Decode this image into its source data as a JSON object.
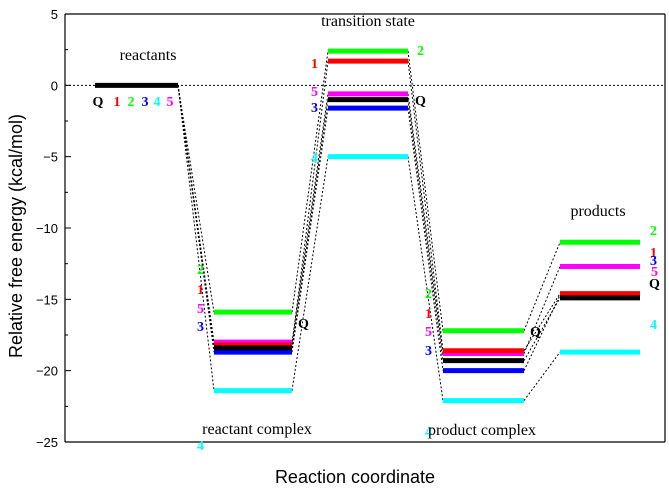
{
  "chart_data": {
    "type": "energy_diagram",
    "title": "",
    "xlabel": "Reaction coordinate",
    "ylabel": "Relative free energy (kcal/mol)",
    "ylim": [
      -25,
      5
    ],
    "yticks": [
      5,
      0,
      -5,
      -10,
      -15,
      -20,
      -25
    ],
    "grid": false,
    "zero_line": "dotted",
    "states": [
      {
        "key": "reactants",
        "label": "reactants"
      },
      {
        "key": "reactant_complex",
        "label": "reactant complex"
      },
      {
        "key": "transition_state",
        "label": "transition state"
      },
      {
        "key": "product_complex",
        "label": "product complex"
      },
      {
        "key": "products",
        "label": "products"
      }
    ],
    "series": [
      {
        "name": "Q",
        "color": "#000000",
        "values": [
          0,
          -18.4,
          -1.0,
          -19.3,
          -14.9
        ]
      },
      {
        "name": "1",
        "color": "#ff0000",
        "values": [
          0,
          -18.2,
          1.7,
          -18.6,
          -14.6
        ]
      },
      {
        "name": "2",
        "color": "#00ff00",
        "values": [
          0,
          -15.9,
          2.4,
          -17.2,
          -11.0
        ]
      },
      {
        "name": "3",
        "color": "#0000ff",
        "values": [
          0,
          -18.7,
          -1.6,
          -20.0,
          -14.7
        ]
      },
      {
        "name": "4",
        "color": "#00ffff",
        "values": [
          0,
          -21.4,
          -5.0,
          -22.1,
          -18.7
        ]
      },
      {
        "name": "5",
        "color": "#ff00ff",
        "values": [
          0,
          -18.0,
          -0.6,
          -18.8,
          -12.7
        ]
      }
    ],
    "state_series_labels": {
      "reactants": [
        "Q",
        "1",
        "2",
        "3",
        "4",
        "5"
      ],
      "reactant_complex_left": [
        "2",
        "1",
        "5",
        "3",
        "4"
      ],
      "reactant_complex_right": [
        "Q"
      ],
      "transition_state_left": [
        "1",
        "5",
        "3",
        "4"
      ],
      "transition_state_right": [
        "2",
        "Q"
      ],
      "product_complex_left": [
        "2",
        "1",
        "5",
        "3",
        "4"
      ],
      "product_complex_right": [
        "Q"
      ],
      "products_right": [
        "2",
        "1",
        "5",
        "3",
        "Q",
        "4"
      ]
    }
  }
}
